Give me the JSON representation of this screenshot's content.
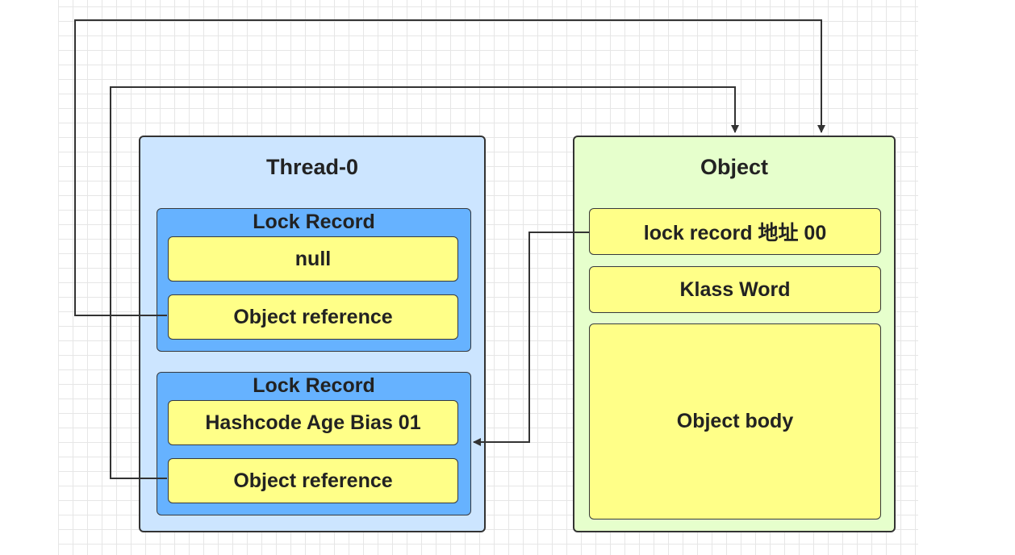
{
  "diagram": {
    "thread": {
      "title": "Thread-0",
      "records": [
        {
          "title": "Lock Record",
          "fields": [
            "null",
            "Object reference"
          ]
        },
        {
          "title": "Lock Record",
          "fields": [
            "Hashcode Age Bias 01",
            "Object reference"
          ]
        }
      ]
    },
    "object": {
      "title": "Object",
      "fields": [
        "lock record 地址 00",
        "Klass Word",
        "Object body"
      ]
    }
  },
  "colors": {
    "thread_bg": "#cce5ff",
    "lock_record_bg": "#66b2ff",
    "field_bg": "#ffff88",
    "object_bg": "#e6ffcc",
    "line": "#333333"
  }
}
